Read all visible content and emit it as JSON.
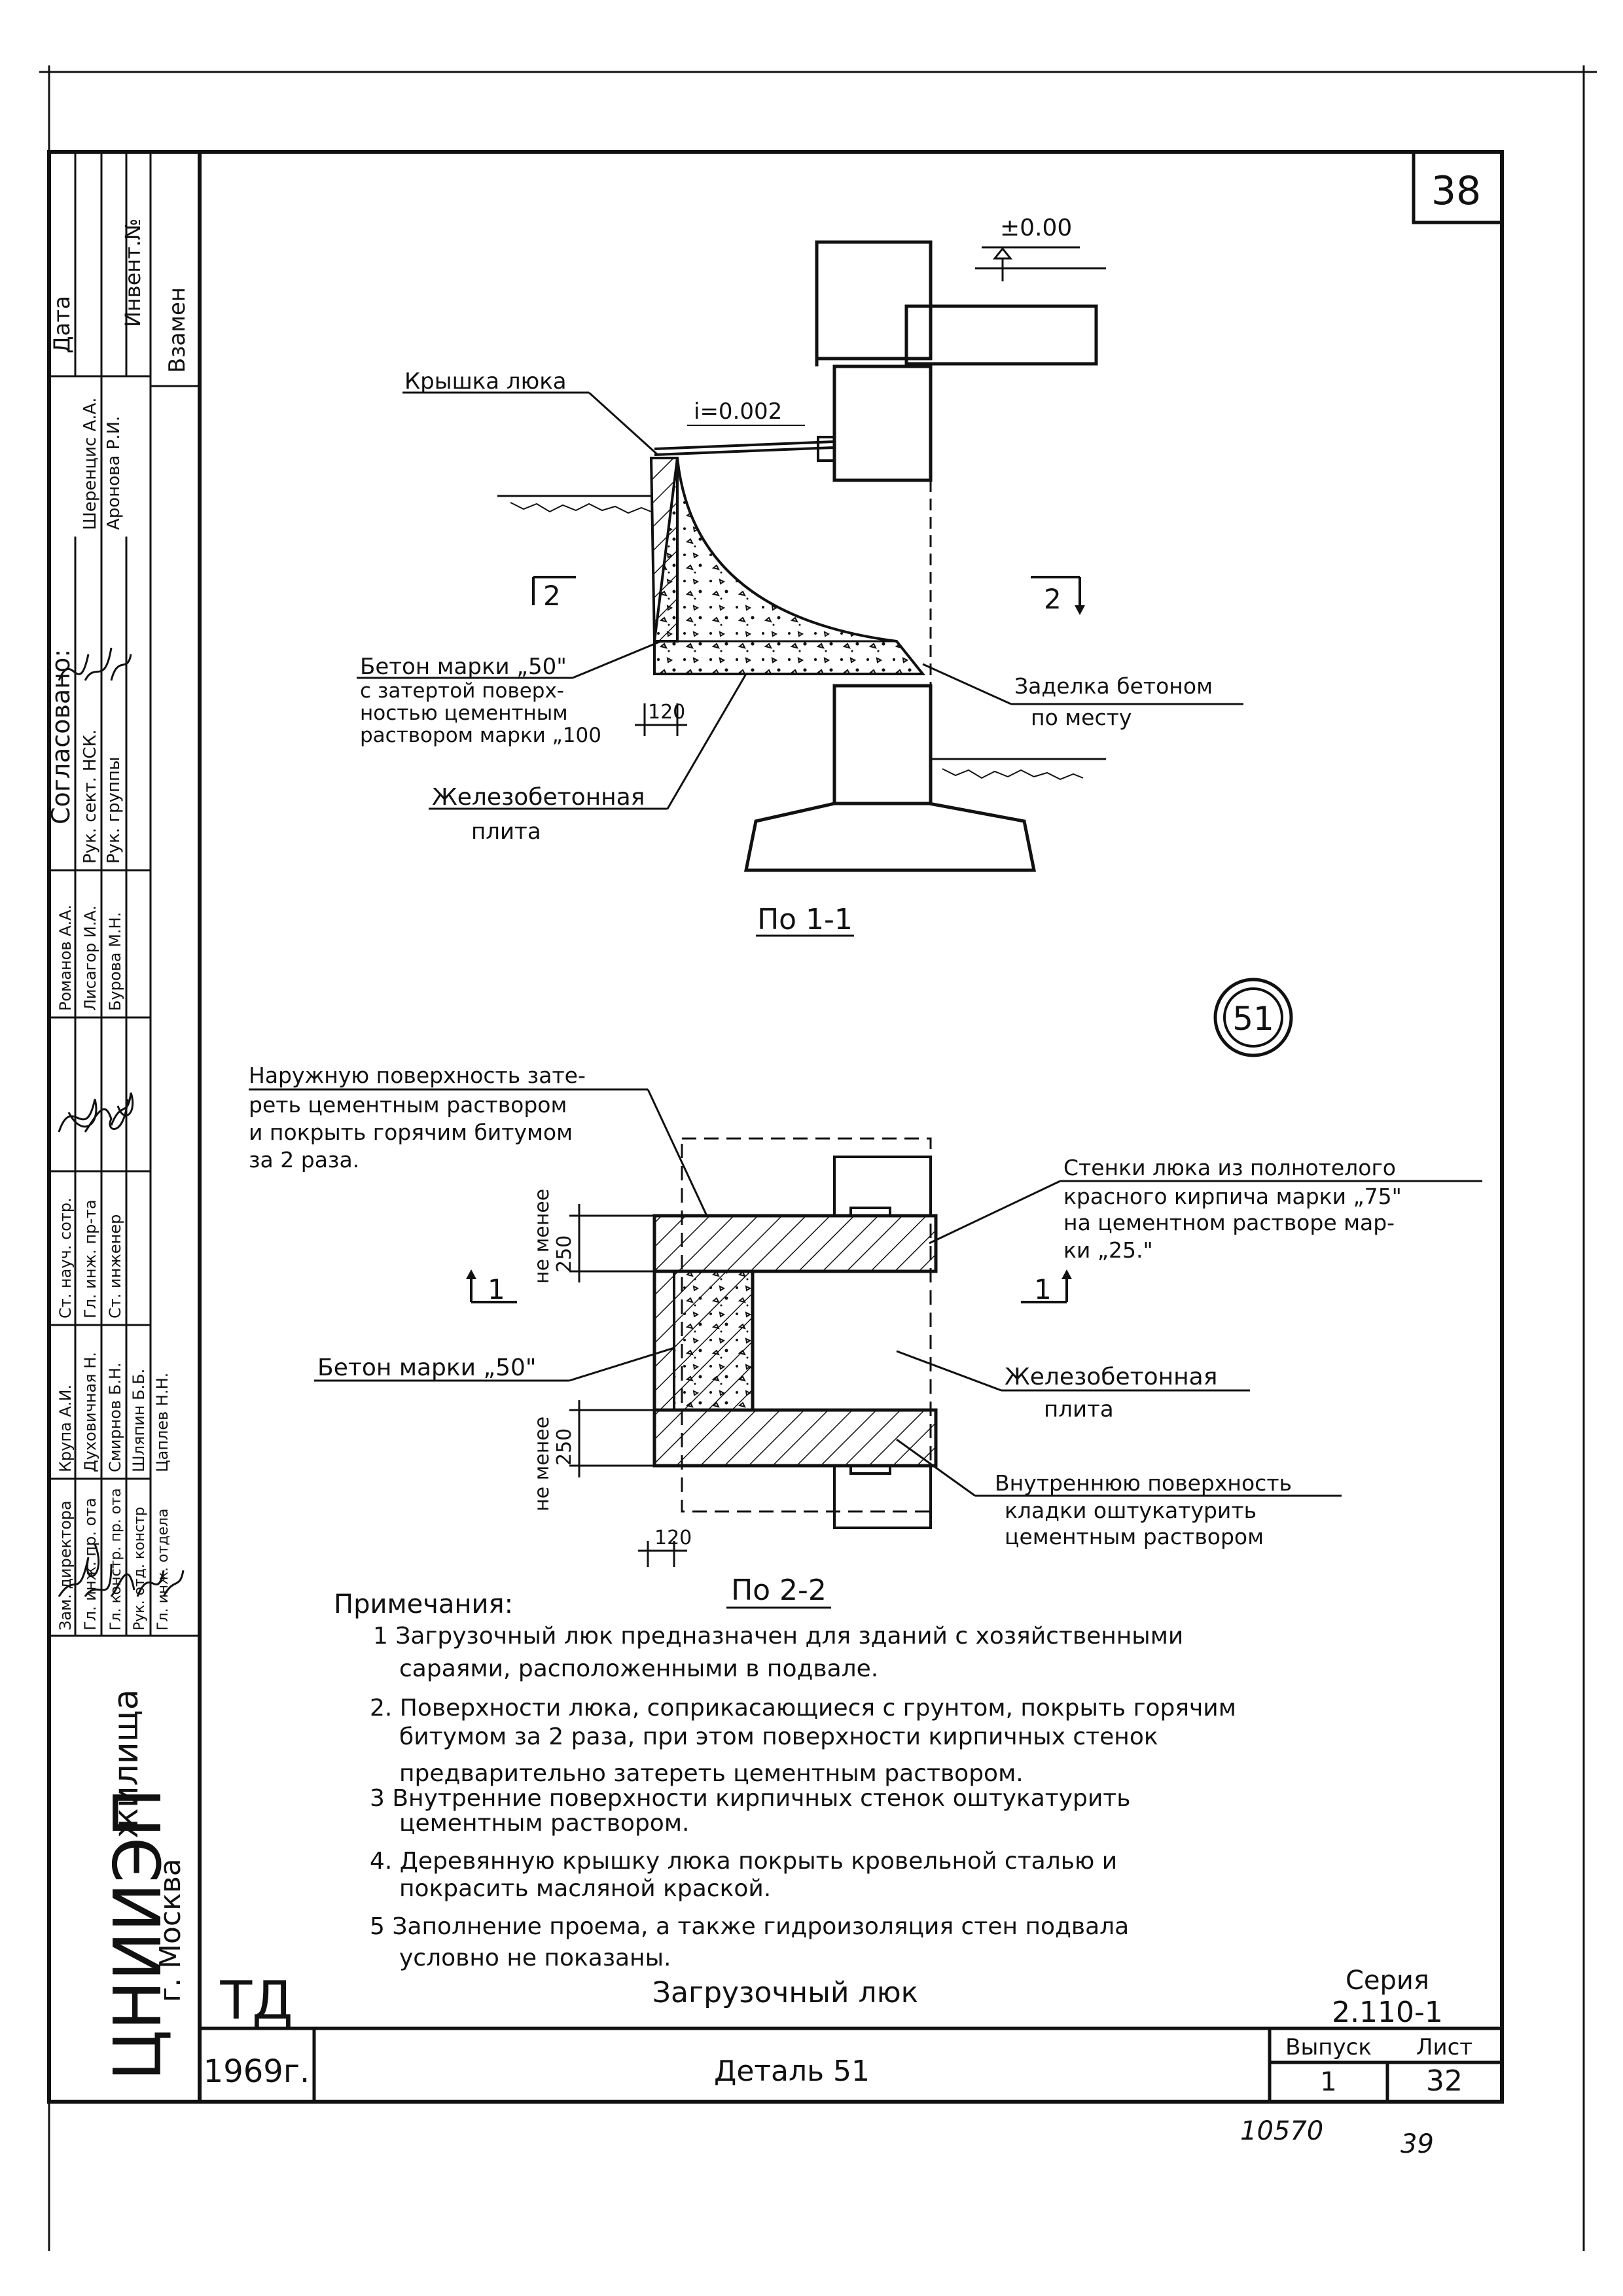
{
  "sheet_number": "38",
  "detail_number": "51",
  "top_view": {
    "level_mark": "±0.00",
    "slope": "i=0.002",
    "label_cover": "Крышка люка",
    "section_left": "2",
    "section_right": "2",
    "concrete_lines": [
      "Бетон марки „50\"",
      "с затертой поверх-",
      "ностью цементным",
      "раствором марки „100"
    ],
    "fill_lines": [
      "Заделка бетоном",
      "по месту"
    ],
    "dim_120": "120",
    "slab_lines": [
      "Железобетонная",
      "плита"
    ],
    "caption": "По 1-1"
  },
  "bottom_view": {
    "outer_note_lines": [
      "Наружную поверхность зате-",
      "реть цементным раствором",
      "и покрыть горячим битумом",
      "за 2 раза."
    ],
    "walls_note_lines": [
      "Стенки люка из полнотелого",
      "красного кирпича марки „75\"",
      "на цементном растворе мар-",
      "ки „25.\""
    ],
    "min_label": "не менее",
    "dim_250_top": "250",
    "dim_250_bottom": "250",
    "section_left": "1",
    "section_right": "1",
    "concrete_label": "Бетон марки „50\"",
    "slab_lines": [
      "Железобетонная",
      "плита"
    ],
    "inner_note_lines": [
      "Внутреннюю поверхность",
      "кладки оштукатурить",
      "цементным раствором"
    ],
    "dim_120": "120",
    "caption": "По 2-2"
  },
  "notes": {
    "heading": "Примечания:",
    "lines": [
      "1 Загрузочный люк предназначен для зданий с хозяйственными",
      "сараями, расположенными в подвале.",
      "2. Поверхности люка, соприкасающиеся с грунтом, покрыть горячим",
      "битумом за 2 раза, при этом поверхности кирпичных стенок",
      "предварительно затереть цементным раствором.",
      "3 Внутренние поверхности кирпичных стенок оштукатурить",
      "цементным раствором.",
      "4. Деревянную крышку люка покрыть кровельной сталью и",
      "покрасить масляной краской.",
      "5 Заполнение проема, а также гидроизоляция стен подвала",
      "условно не показаны."
    ]
  },
  "title_block": {
    "td": "ТД",
    "year": "1969г.",
    "title": "Загрузочный люк",
    "detail": "Деталь 51",
    "series_label": "Серия",
    "series_value": "2.110-1",
    "issue_label": "Выпуск",
    "issue_value": "1",
    "sheet_label": "Лист",
    "sheet_value": "32"
  },
  "footer": {
    "inventory": "10570",
    "page": "39"
  },
  "side_stamp": {
    "org_main": "ЦНИИЭП",
    "org_sub": "жилища",
    "city": "г. Москва",
    "agreed": "Согласовано:",
    "date": "Дата",
    "inv_no": "Инвент.№",
    "replace": "Взамен",
    "agreed_names": [
      "Шеренцис А.А.",
      "Аронова Р.И."
    ],
    "agreed_roles": [
      "Рук. сект. НСК.",
      "Рук. группы"
    ],
    "roles": [
      "Зам. директора",
      "Гл. инж. пр. ота",
      "Гл. констр. пр. ота",
      "Рук. отд. констр",
      "Гл. инж. отдела",
      "Ст. науч. сотр.",
      "Гл. инж. пр-та",
      "Ст. инженер"
    ],
    "names": [
      "Крупа А.И.",
      "Духовичная Н.",
      "Смирнов Б.Н.",
      "Шляпин Б.Б.",
      "Цаплев Н.Н.",
      "Романов А.А.",
      "Лисагор И.А.",
      "Бурова М.Н."
    ]
  }
}
